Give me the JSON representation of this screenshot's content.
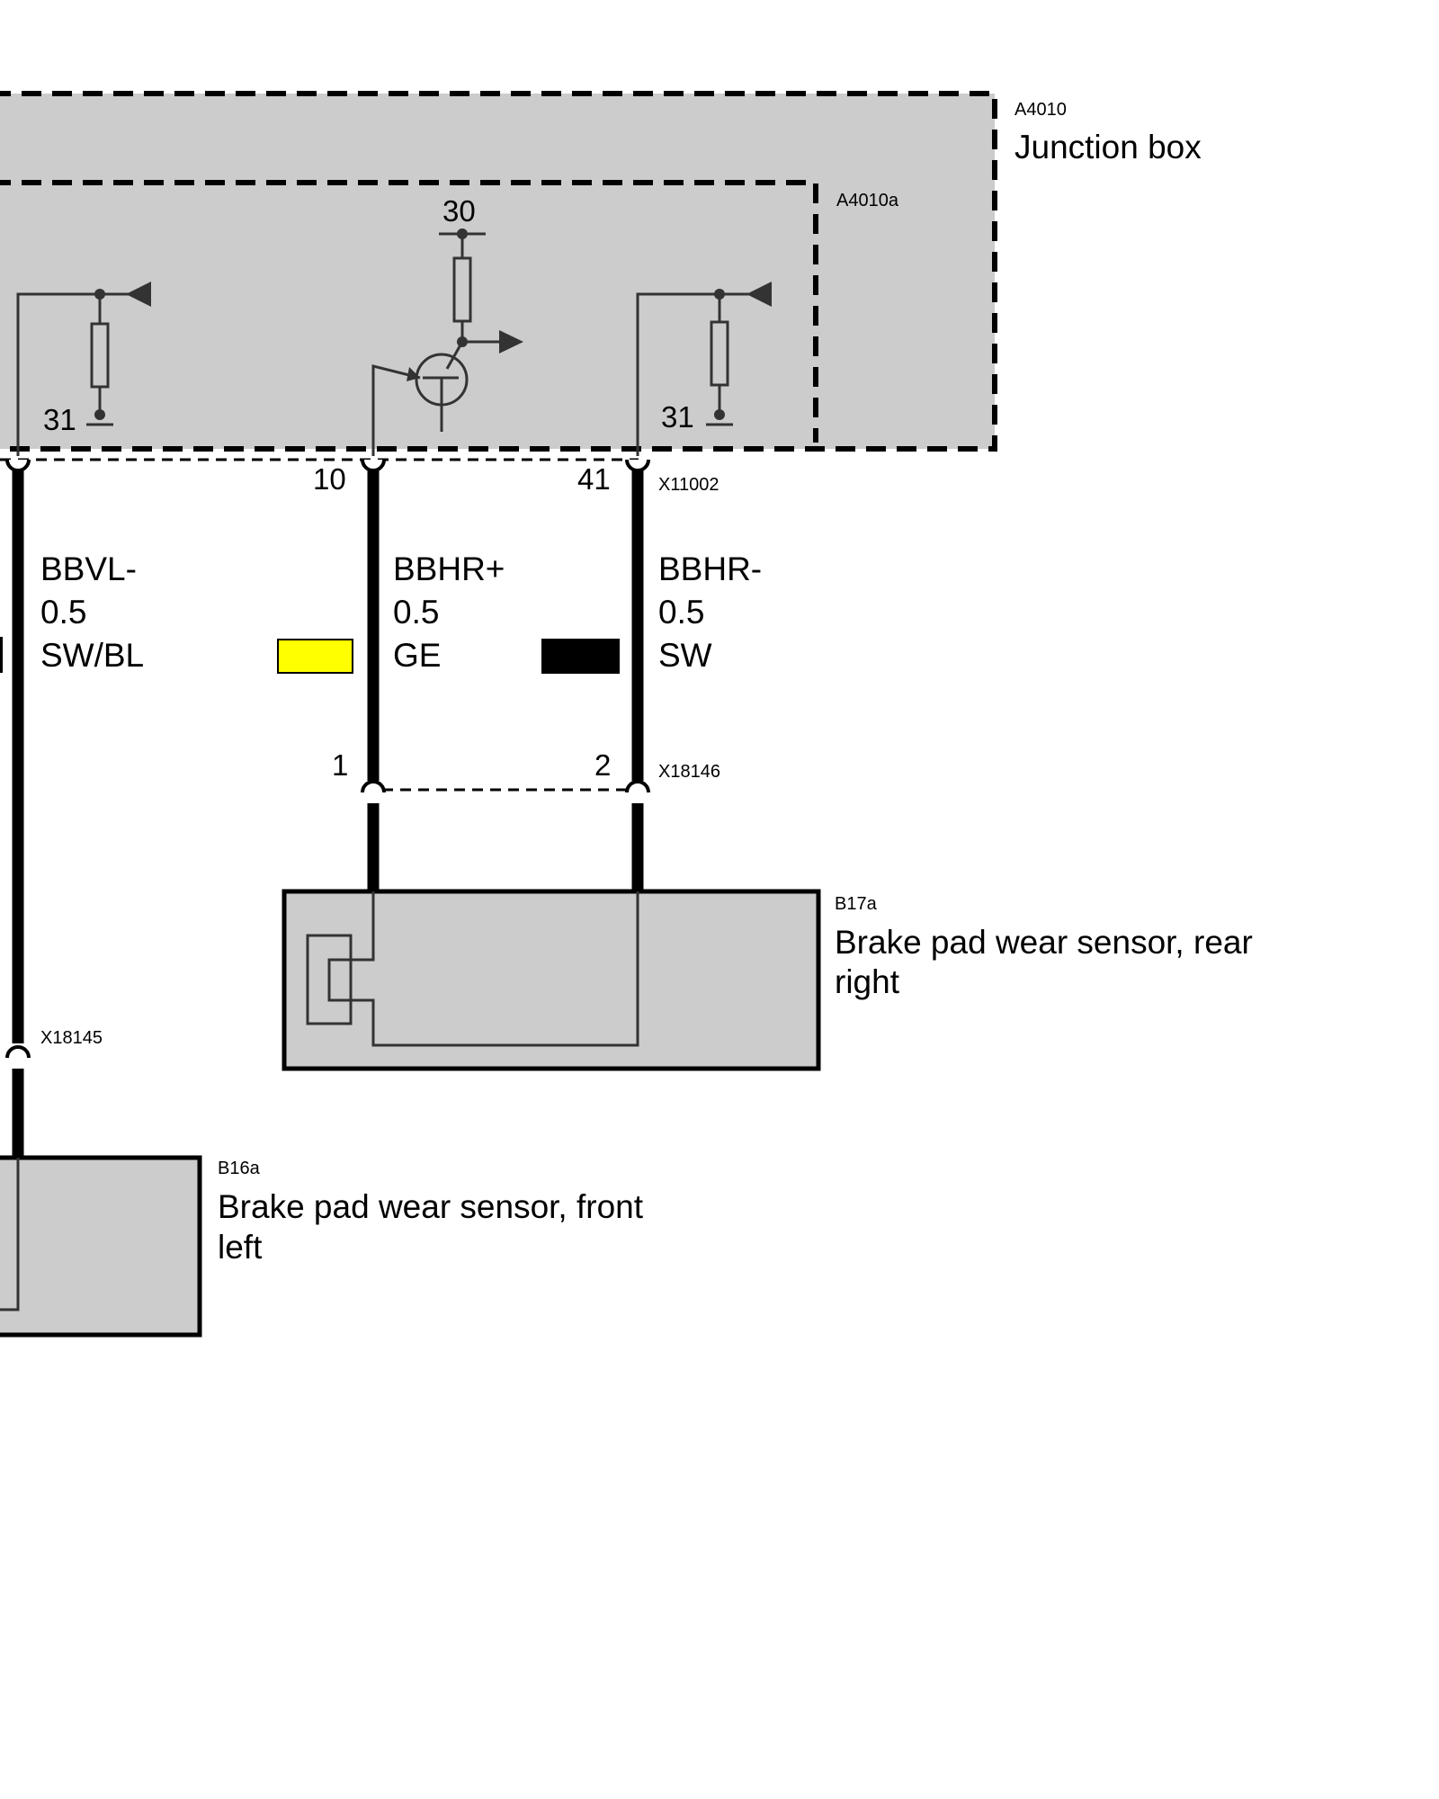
{
  "components": {
    "junction_box": {
      "ref": "A4010",
      "name": "Junction box"
    },
    "junction_box_sub": {
      "ref": "A4010a"
    },
    "rear_sensor": {
      "ref": "B17a",
      "name_line1": "Brake pad wear sensor, rear",
      "name_line2": "right"
    },
    "front_sensor": {
      "ref": "B16a",
      "name_line1": "Brake pad wear sensor, front",
      "name_line2": "left"
    }
  },
  "connectors": {
    "top": "X11002",
    "rear": "X18146",
    "front": "X18145"
  },
  "terminals": {
    "supply_30": "30",
    "ground_left": "31",
    "ground_right": "31"
  },
  "pins": {
    "p10": "10",
    "p41": "41",
    "p1": "1",
    "p2": "2"
  },
  "wires": [
    {
      "signal": "BBVL-",
      "gauge": "0.5",
      "color_code": "SW/BL",
      "swatch": "#000000"
    },
    {
      "signal": "BBHR+",
      "gauge": "0.5",
      "color_code": "GE",
      "swatch": "#ffff00"
    },
    {
      "signal": "BBHR-",
      "gauge": "0.5",
      "color_code": "SW",
      "swatch": "#000000"
    }
  ],
  "colors": {
    "component_fill": "#cccccc",
    "line": "#000000",
    "thin_line": "#333333"
  }
}
